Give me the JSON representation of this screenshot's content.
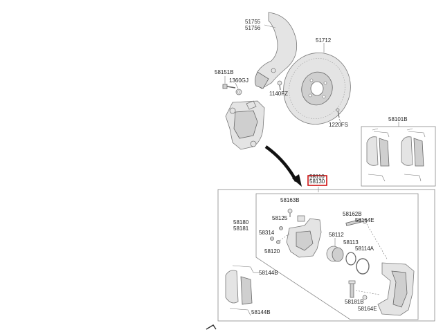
{
  "labels": {
    "p51755": "51755",
    "p51756": "51756",
    "p51712": "51712",
    "p58151b": "58151B",
    "p1360gj": "1360GJ",
    "p1140fz": "1140FZ",
    "p1220fs": "1220FS",
    "p58101b": "58101B",
    "p58110": "58110",
    "p58130": "58130",
    "p58163b": "58163B",
    "p58125": "58125",
    "p58180": "58180",
    "p58181": "58181",
    "p58314": "58314",
    "p58120": "58120",
    "p58162b": "58162B",
    "p58164e_top": "58164E",
    "p58112": "58112",
    "p58113": "58113",
    "p58114a": "58114A",
    "p58144b_top": "58144B",
    "p58144b_bottom": "58144B",
    "p58181b": "58181B",
    "p58164e_bottom": "58164E"
  },
  "colors": {
    "highlight": "#cc0000",
    "part_fill": "#e4e4e4",
    "line": "#777777"
  }
}
